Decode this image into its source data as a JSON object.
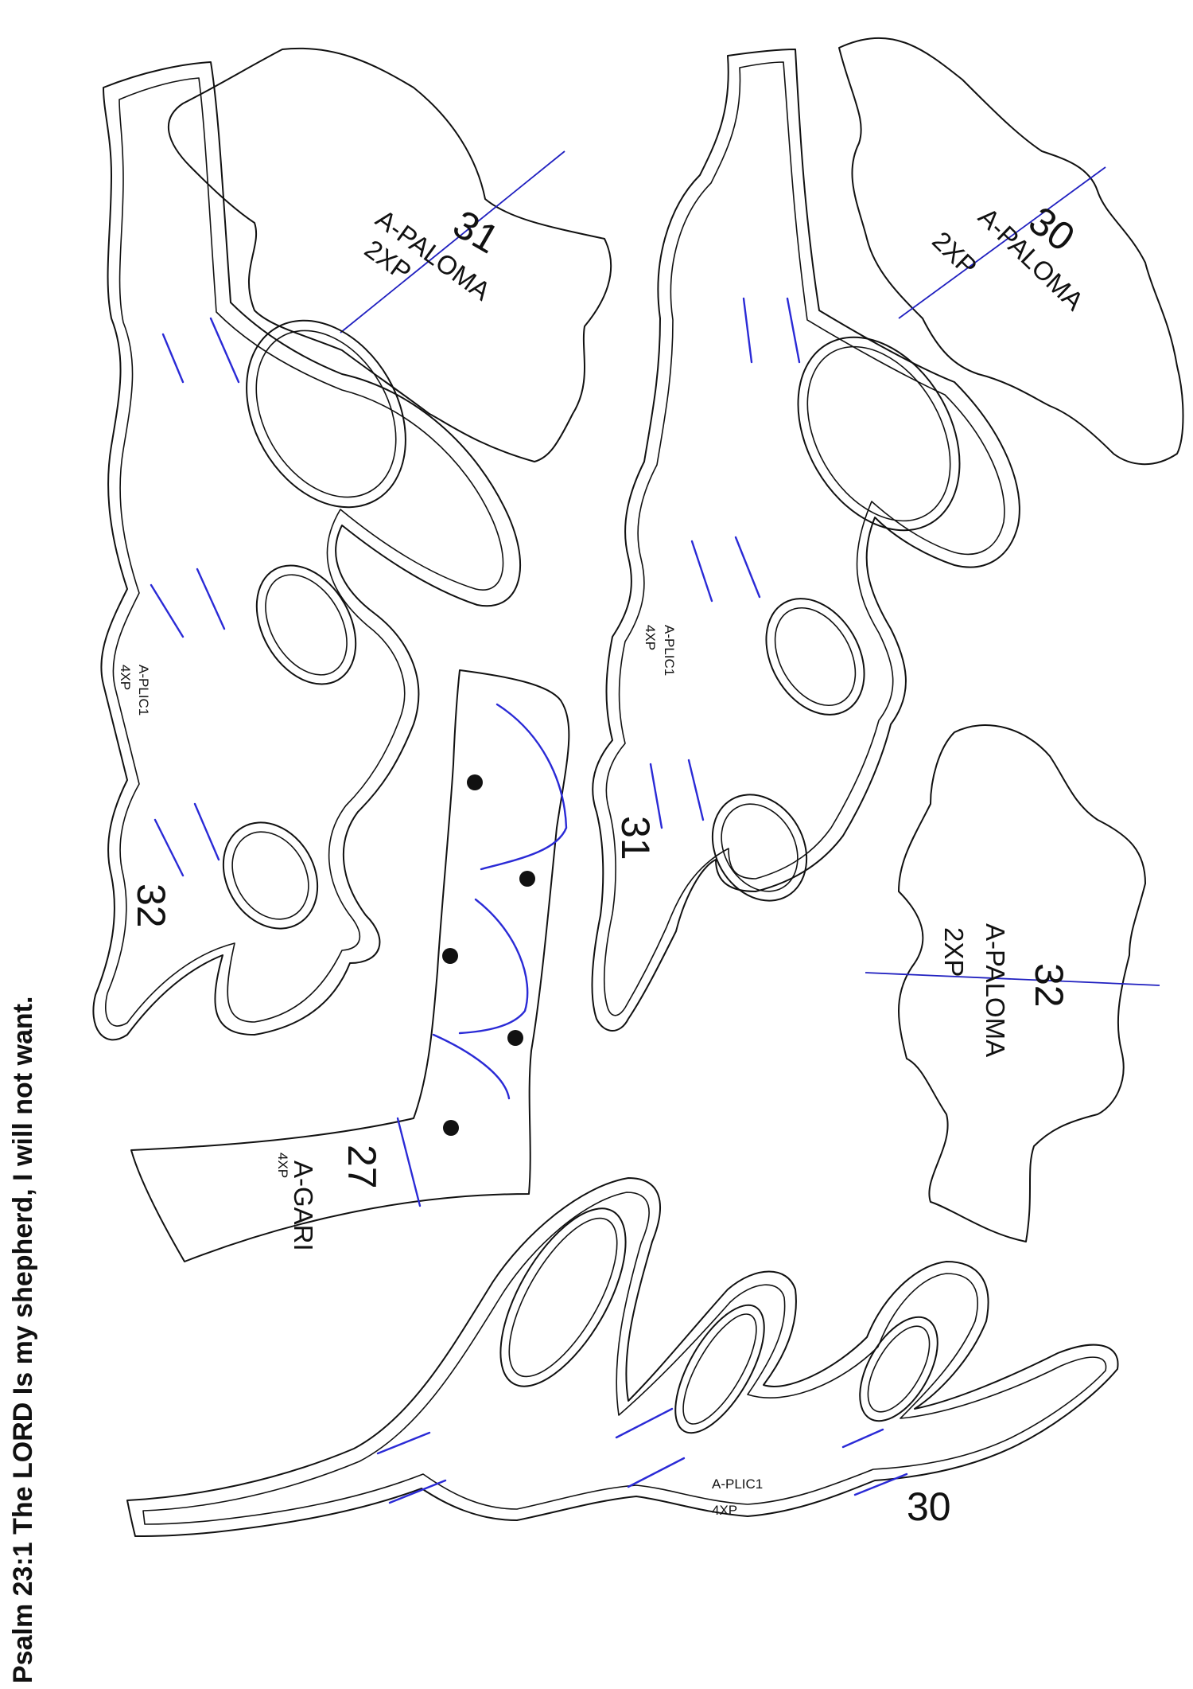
{
  "quote": "Psalm 23:1 The LORD Is my shepherd, I will not want.",
  "pieces": {
    "p31_paloma": {
      "number": "31",
      "name": "A-PALOMA",
      "qty": "2XP"
    },
    "p30_paloma": {
      "number": "30",
      "name": "A-PALOMA",
      "qty": "2XP"
    },
    "p32_paloma": {
      "number": "32",
      "name": "A-PALOMA",
      "qty": "2XP"
    },
    "p32_plic": {
      "number": "32",
      "name": "A-PLIC1",
      "qty": "4XP"
    },
    "p31_plic": {
      "number": "31",
      "name": "A-PLIC1",
      "qty": "4XP"
    },
    "p30_plic": {
      "number": "30",
      "name": "A-PLIC1",
      "qty": "4XP"
    },
    "p27_gari": {
      "number": "27",
      "name": "A-GARI",
      "qty": "4XP"
    }
  },
  "colors": {
    "outline": "#111111",
    "guide": "#2a2ad6",
    "dot": "#111111"
  }
}
